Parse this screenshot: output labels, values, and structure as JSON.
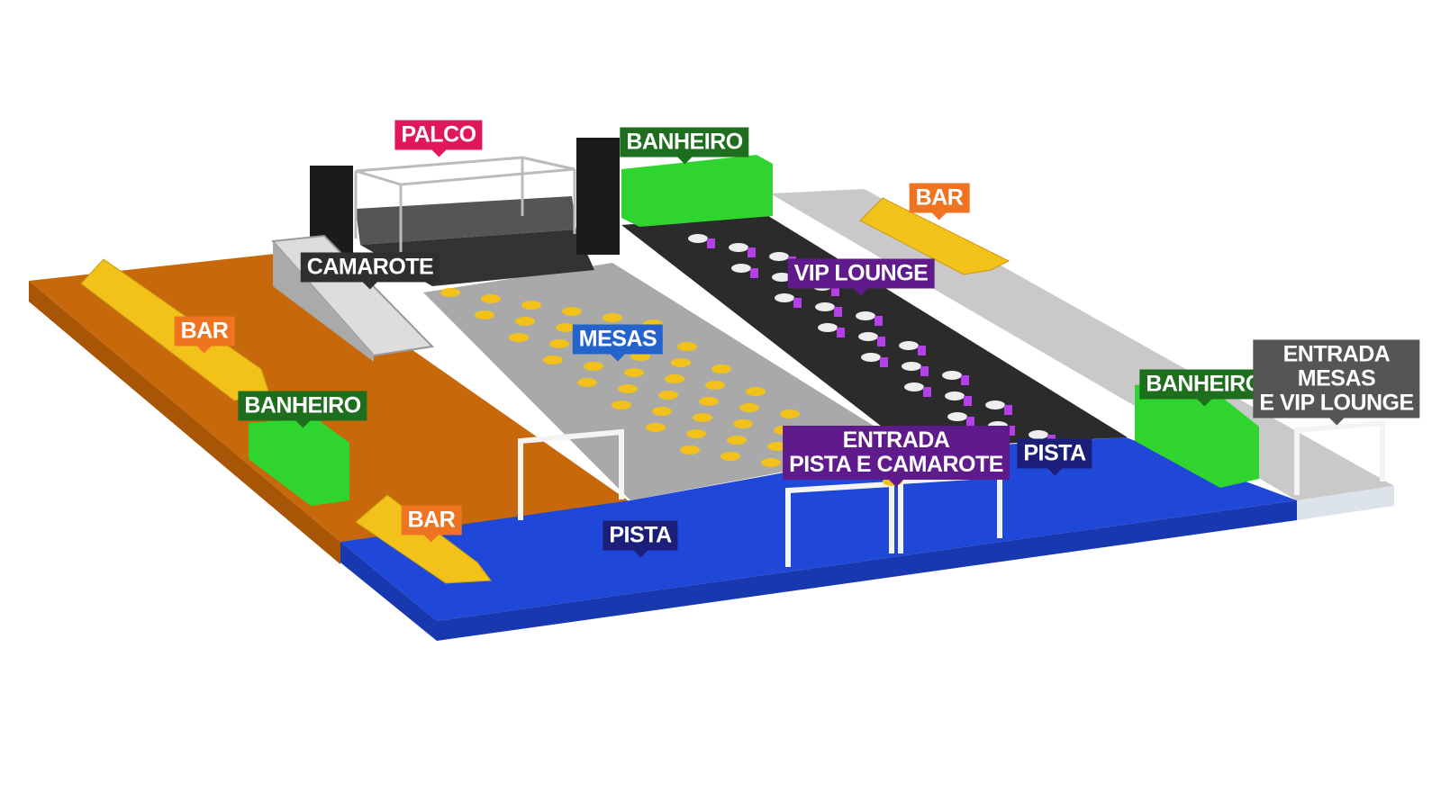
{
  "colors": {
    "palco": "#e0175a",
    "banheiro": "#1d6e1d",
    "bar": "#ee7422",
    "camarote": "#2f2f2f",
    "mesas": "#2462cc",
    "vip": "#5f1a8c",
    "pista": "#1b1f7a",
    "entrada_mesas": "#555555",
    "orange_floor": "#c7680a",
    "blue_floor": "#1f48d8",
    "green_building": "#2fd42f",
    "tent_yellow": "#f2c21b"
  },
  "labels": {
    "palco": "PALCO",
    "banheiro_top": "BANHEIRO",
    "bar_right": "BAR",
    "camarote": "CAMAROTE",
    "vip_lounge": "VIP LOUNGE",
    "mesas": "MESAS",
    "bar_left": "BAR",
    "banheiro_left": "BANHEIRO",
    "banheiro_right": "BANHEIRO",
    "entrada_mesas_vip": [
      "ENTRADA",
      "MESAS",
      "E VIP LOUNGE"
    ],
    "entrada_pista_camarote": [
      "ENTRADA",
      "PISTA E CAMAROTE"
    ],
    "pista_right": "PISTA",
    "bar_bottom": "BAR",
    "pista_bottom": "PISTA"
  }
}
